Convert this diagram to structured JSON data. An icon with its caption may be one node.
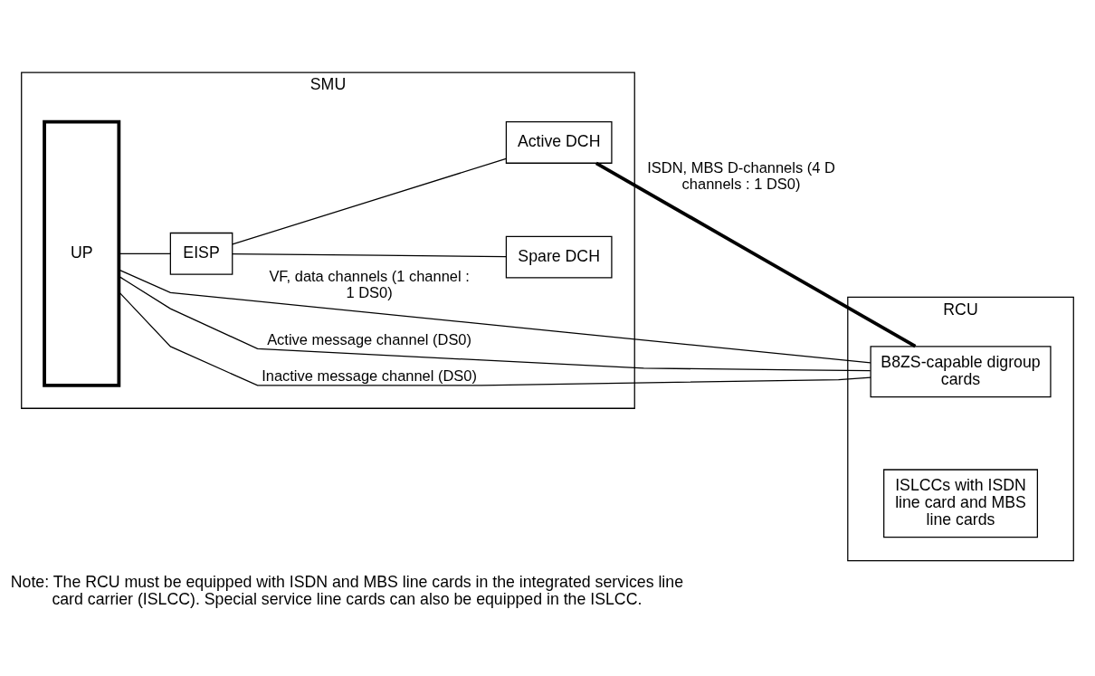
{
  "diagram": {
    "caption": "Note: The RCU must be equipped with ISDN and MBS line cards in the integrated services line card carrier (ISLCC). Special service line cards can also be equipped in the ISLCC.",
    "nodes": [
      {
        "text": [
          "SMU"
        ]
      },
      {
        "text": [
          "UP"
        ],
        "in": 0
      },
      {
        "text": [
          "EISP"
        ],
        "in": 0
      },
      {
        "text": [
          "Spare DCH"
        ],
        "in": 0
      },
      {
        "text": [
          "Active DCH"
        ],
        "in": 0
      },
      {
        "text": [
          "RCU"
        ]
      },
      {
        "text": [
          "ISLCCs with ISDN line card and MBS line cards"
        ],
        "in": 5
      },
      {
        "text": [
          "B8ZS-capable digroup cards"
        ],
        "in": 5
      }
    ],
    "edges": [
      {
        "from": 1,
        "to": 2,
        "arrow": "none"
      },
      {
        "from": 2,
        "to": 3,
        "arrow": "none"
      },
      {
        "from": 2,
        "to": 4,
        "arrow": "none"
      },
      {
        "from": 4,
        "to": 7,
        "arrow": "none",
        "style": "thick",
        "label": "ISDN, MBS D-channels (4 D channels : 1 DS0)"
      },
      {
        "from": 1,
        "to": 7,
        "arrow": "none",
        "label": "VF, data channels (1 channel : 1 DS0)"
      },
      {
        "from": 1,
        "to": 7,
        "arrow": "none",
        "label": "Active message channel (DS0)"
      },
      {
        "from": 1,
        "to": 7,
        "arrow": "none",
        "label": "Inactive message channel (DS0)"
      }
    ]
  }
}
